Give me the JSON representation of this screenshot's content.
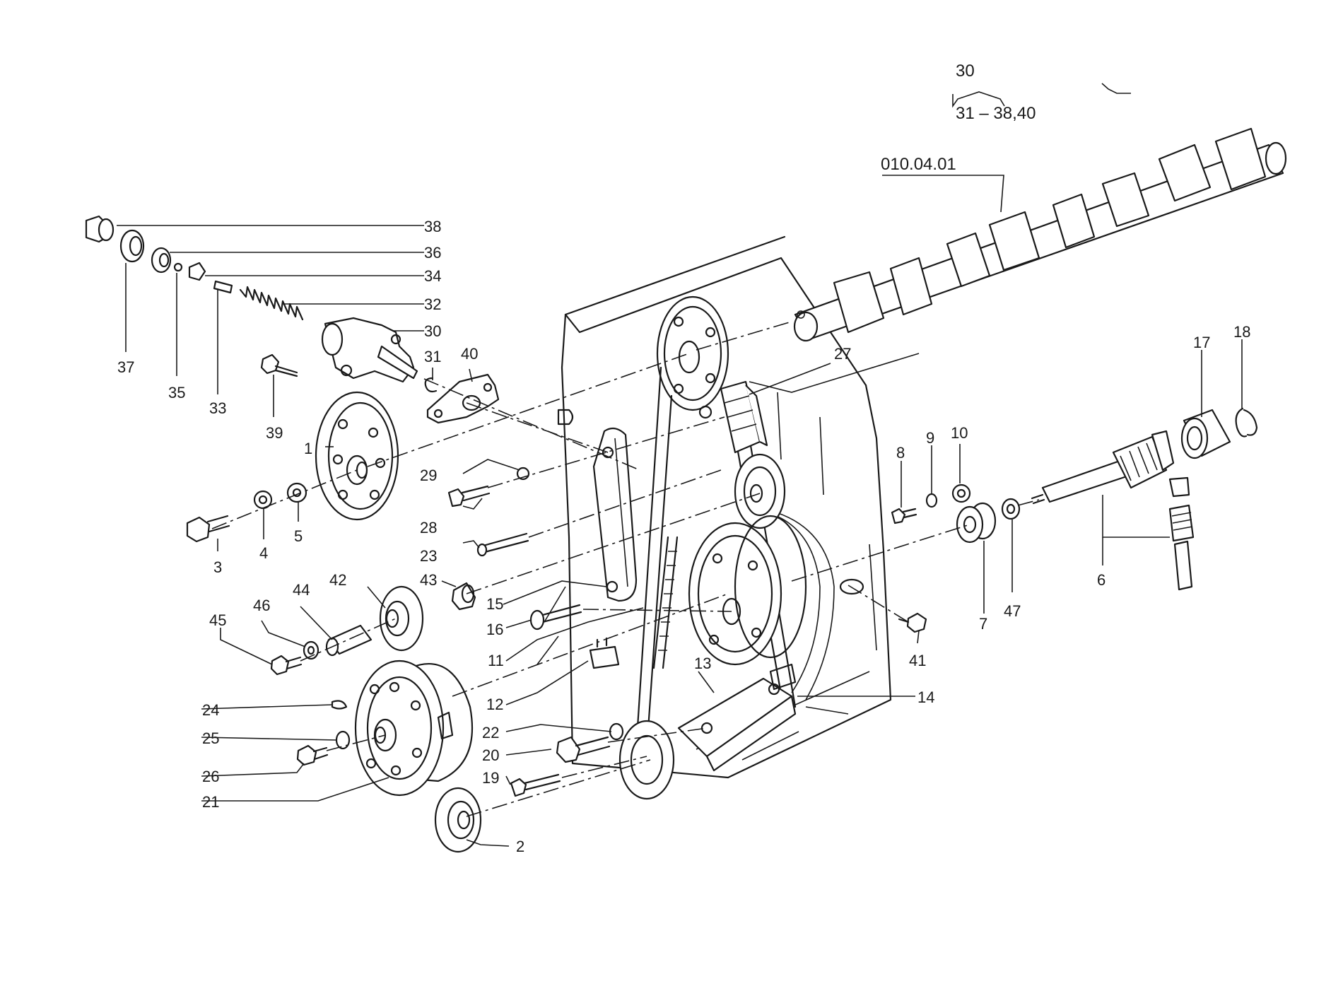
{
  "diagram": {
    "group_header": {
      "label": "30",
      "range": "31 – 38,40"
    },
    "reference": "010.04.01",
    "callouts": [
      {
        "id": "c1",
        "text": "1"
      },
      {
        "id": "c2",
        "text": "2"
      },
      {
        "id": "c3",
        "text": "3"
      },
      {
        "id": "c4",
        "text": "4"
      },
      {
        "id": "c5",
        "text": "5"
      },
      {
        "id": "c6",
        "text": "6"
      },
      {
        "id": "c7",
        "text": "7"
      },
      {
        "id": "c8",
        "text": "8"
      },
      {
        "id": "c9",
        "text": "9"
      },
      {
        "id": "c10",
        "text": "10"
      },
      {
        "id": "c11",
        "text": "11"
      },
      {
        "id": "c12",
        "text": "12"
      },
      {
        "id": "c13",
        "text": "13"
      },
      {
        "id": "c14",
        "text": "14"
      },
      {
        "id": "c15",
        "text": "15"
      },
      {
        "id": "c16",
        "text": "16"
      },
      {
        "id": "c17",
        "text": "17"
      },
      {
        "id": "c18",
        "text": "18"
      },
      {
        "id": "c19",
        "text": "19"
      },
      {
        "id": "c20",
        "text": "20"
      },
      {
        "id": "c21",
        "text": "21"
      },
      {
        "id": "c22",
        "text": "22"
      },
      {
        "id": "c23",
        "text": "23"
      },
      {
        "id": "c24",
        "text": "24"
      },
      {
        "id": "c25",
        "text": "25"
      },
      {
        "id": "c26",
        "text": "26"
      },
      {
        "id": "c27",
        "text": "27"
      },
      {
        "id": "c28",
        "text": "28"
      },
      {
        "id": "c29",
        "text": "29"
      },
      {
        "id": "c30",
        "text": "30"
      },
      {
        "id": "c31",
        "text": "31"
      },
      {
        "id": "c32",
        "text": "32"
      },
      {
        "id": "c33",
        "text": "33"
      },
      {
        "id": "c34",
        "text": "34"
      },
      {
        "id": "c35",
        "text": "35"
      },
      {
        "id": "c36",
        "text": "36"
      },
      {
        "id": "c37",
        "text": "37"
      },
      {
        "id": "c38",
        "text": "38"
      },
      {
        "id": "c39",
        "text": "39"
      },
      {
        "id": "c40",
        "text": "40"
      },
      {
        "id": "c41",
        "text": "41"
      },
      {
        "id": "c42",
        "text": "42"
      },
      {
        "id": "c43",
        "text": "43"
      },
      {
        "id": "c44",
        "text": "44"
      },
      {
        "id": "c45",
        "text": "45"
      },
      {
        "id": "c46",
        "text": "46"
      },
      {
        "id": "c47",
        "text": "47"
      }
    ]
  }
}
